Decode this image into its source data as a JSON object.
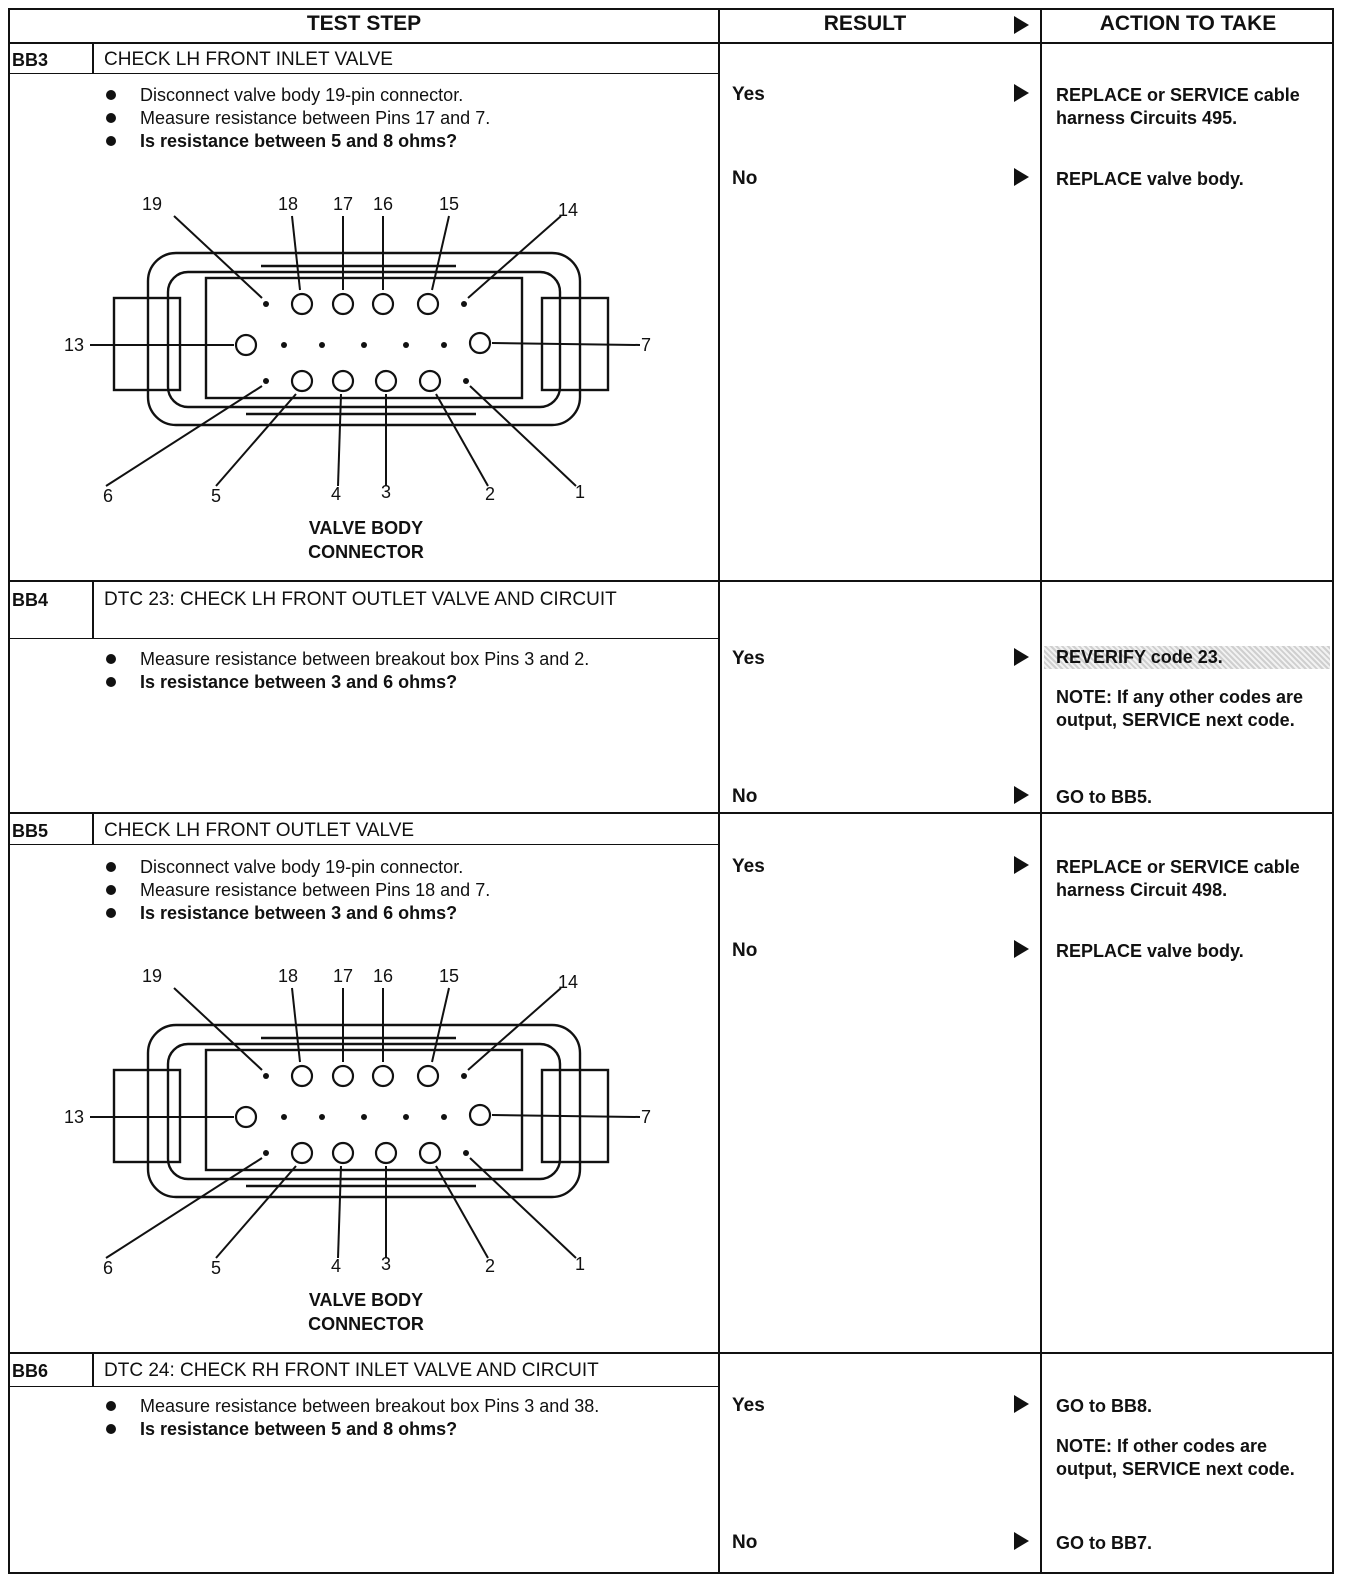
{
  "header": {
    "test_step": "TEST STEP",
    "result": "RESULT",
    "action": "ACTION TO TAKE"
  },
  "steps": [
    {
      "id": "BB3",
      "title": "CHECK LH FRONT INLET VALVE",
      "bullets": [
        "Disconnect valve body 19-pin connector.",
        "Measure resistance between Pins 17 and 7.",
        "Is resistance between 5 and 8 ohms?"
      ],
      "yes_label": "Yes",
      "yes_action": "REPLACE or SERVICE cable harness Circuits 495.",
      "no_label": "No",
      "no_action": "REPLACE valve body."
    },
    {
      "id": "BB4",
      "title": "DTC 23: CHECK LH FRONT OUTLET VALVE AND CIRCUIT",
      "bullets": [
        "Measure resistance between breakout box Pins 3 and 2.",
        "Is resistance between 3 and 6 ohms?"
      ],
      "yes_label": "Yes",
      "yes_action": "REVERIFY code 23.",
      "yes_note": "NOTE: If any other codes are output, SERVICE next code.",
      "no_label": "No",
      "no_action": "GO to BB5."
    },
    {
      "id": "BB5",
      "title": "CHECK LH FRONT OUTLET VALVE",
      "bullets": [
        "Disconnect valve body 19-pin connector.",
        "Measure resistance between Pins 18 and 7.",
        "Is resistance between 3 and 6 ohms?"
      ],
      "yes_label": "Yes",
      "yes_action": "REPLACE or SERVICE cable harness Circuit 498.",
      "no_label": "No",
      "no_action": "REPLACE valve body."
    },
    {
      "id": "BB6",
      "title": "DTC 24: CHECK RH FRONT INLET VALVE AND CIRCUIT",
      "bullets": [
        "Measure resistance between breakout box Pins 3 and 38.",
        "Is resistance between 5 and 8 ohms?"
      ],
      "yes_label": "Yes",
      "yes_action": "GO to BB8.",
      "yes_note": "NOTE: If other codes are output, SERVICE next code.",
      "no_label": "No",
      "no_action": "GO to BB7."
    }
  ],
  "diagram": {
    "caption_line1": "VALVE BODY",
    "caption_line2": "CONNECTOR",
    "pins": [
      "19",
      "18",
      "17",
      "16",
      "15",
      "14",
      "13",
      "7",
      "6",
      "5",
      "4",
      "3",
      "2",
      "1"
    ]
  }
}
